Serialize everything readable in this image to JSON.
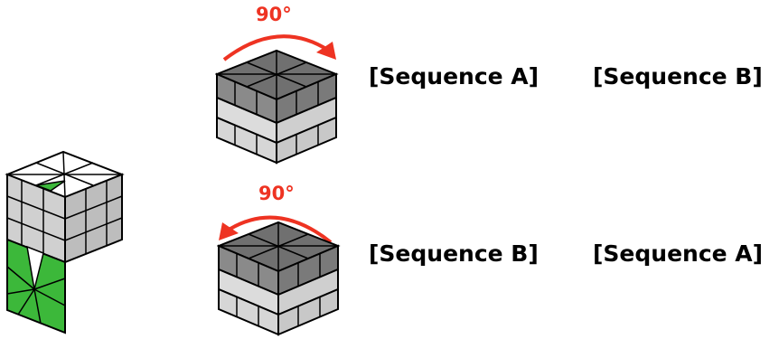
{
  "rotation_top": {
    "label": "90°",
    "direction": "clockwise"
  },
  "rotation_bottom": {
    "label": "90°",
    "direction": "counterclockwise"
  },
  "row_top": {
    "first": "[Sequence A]",
    "second": "[Sequence B]"
  },
  "row_bottom": {
    "first": "[Sequence B]",
    "second": "[Sequence A]"
  },
  "colors": {
    "arrow": "#ee3322",
    "highlight_green": "#3cb83a",
    "face_dark": "#6e6e6e",
    "face_mid": "#9a9a9a",
    "face_light": "#cfcfcf",
    "face_lighter": "#e4e4e4",
    "outline": "#000000",
    "white": "#ffffff"
  }
}
